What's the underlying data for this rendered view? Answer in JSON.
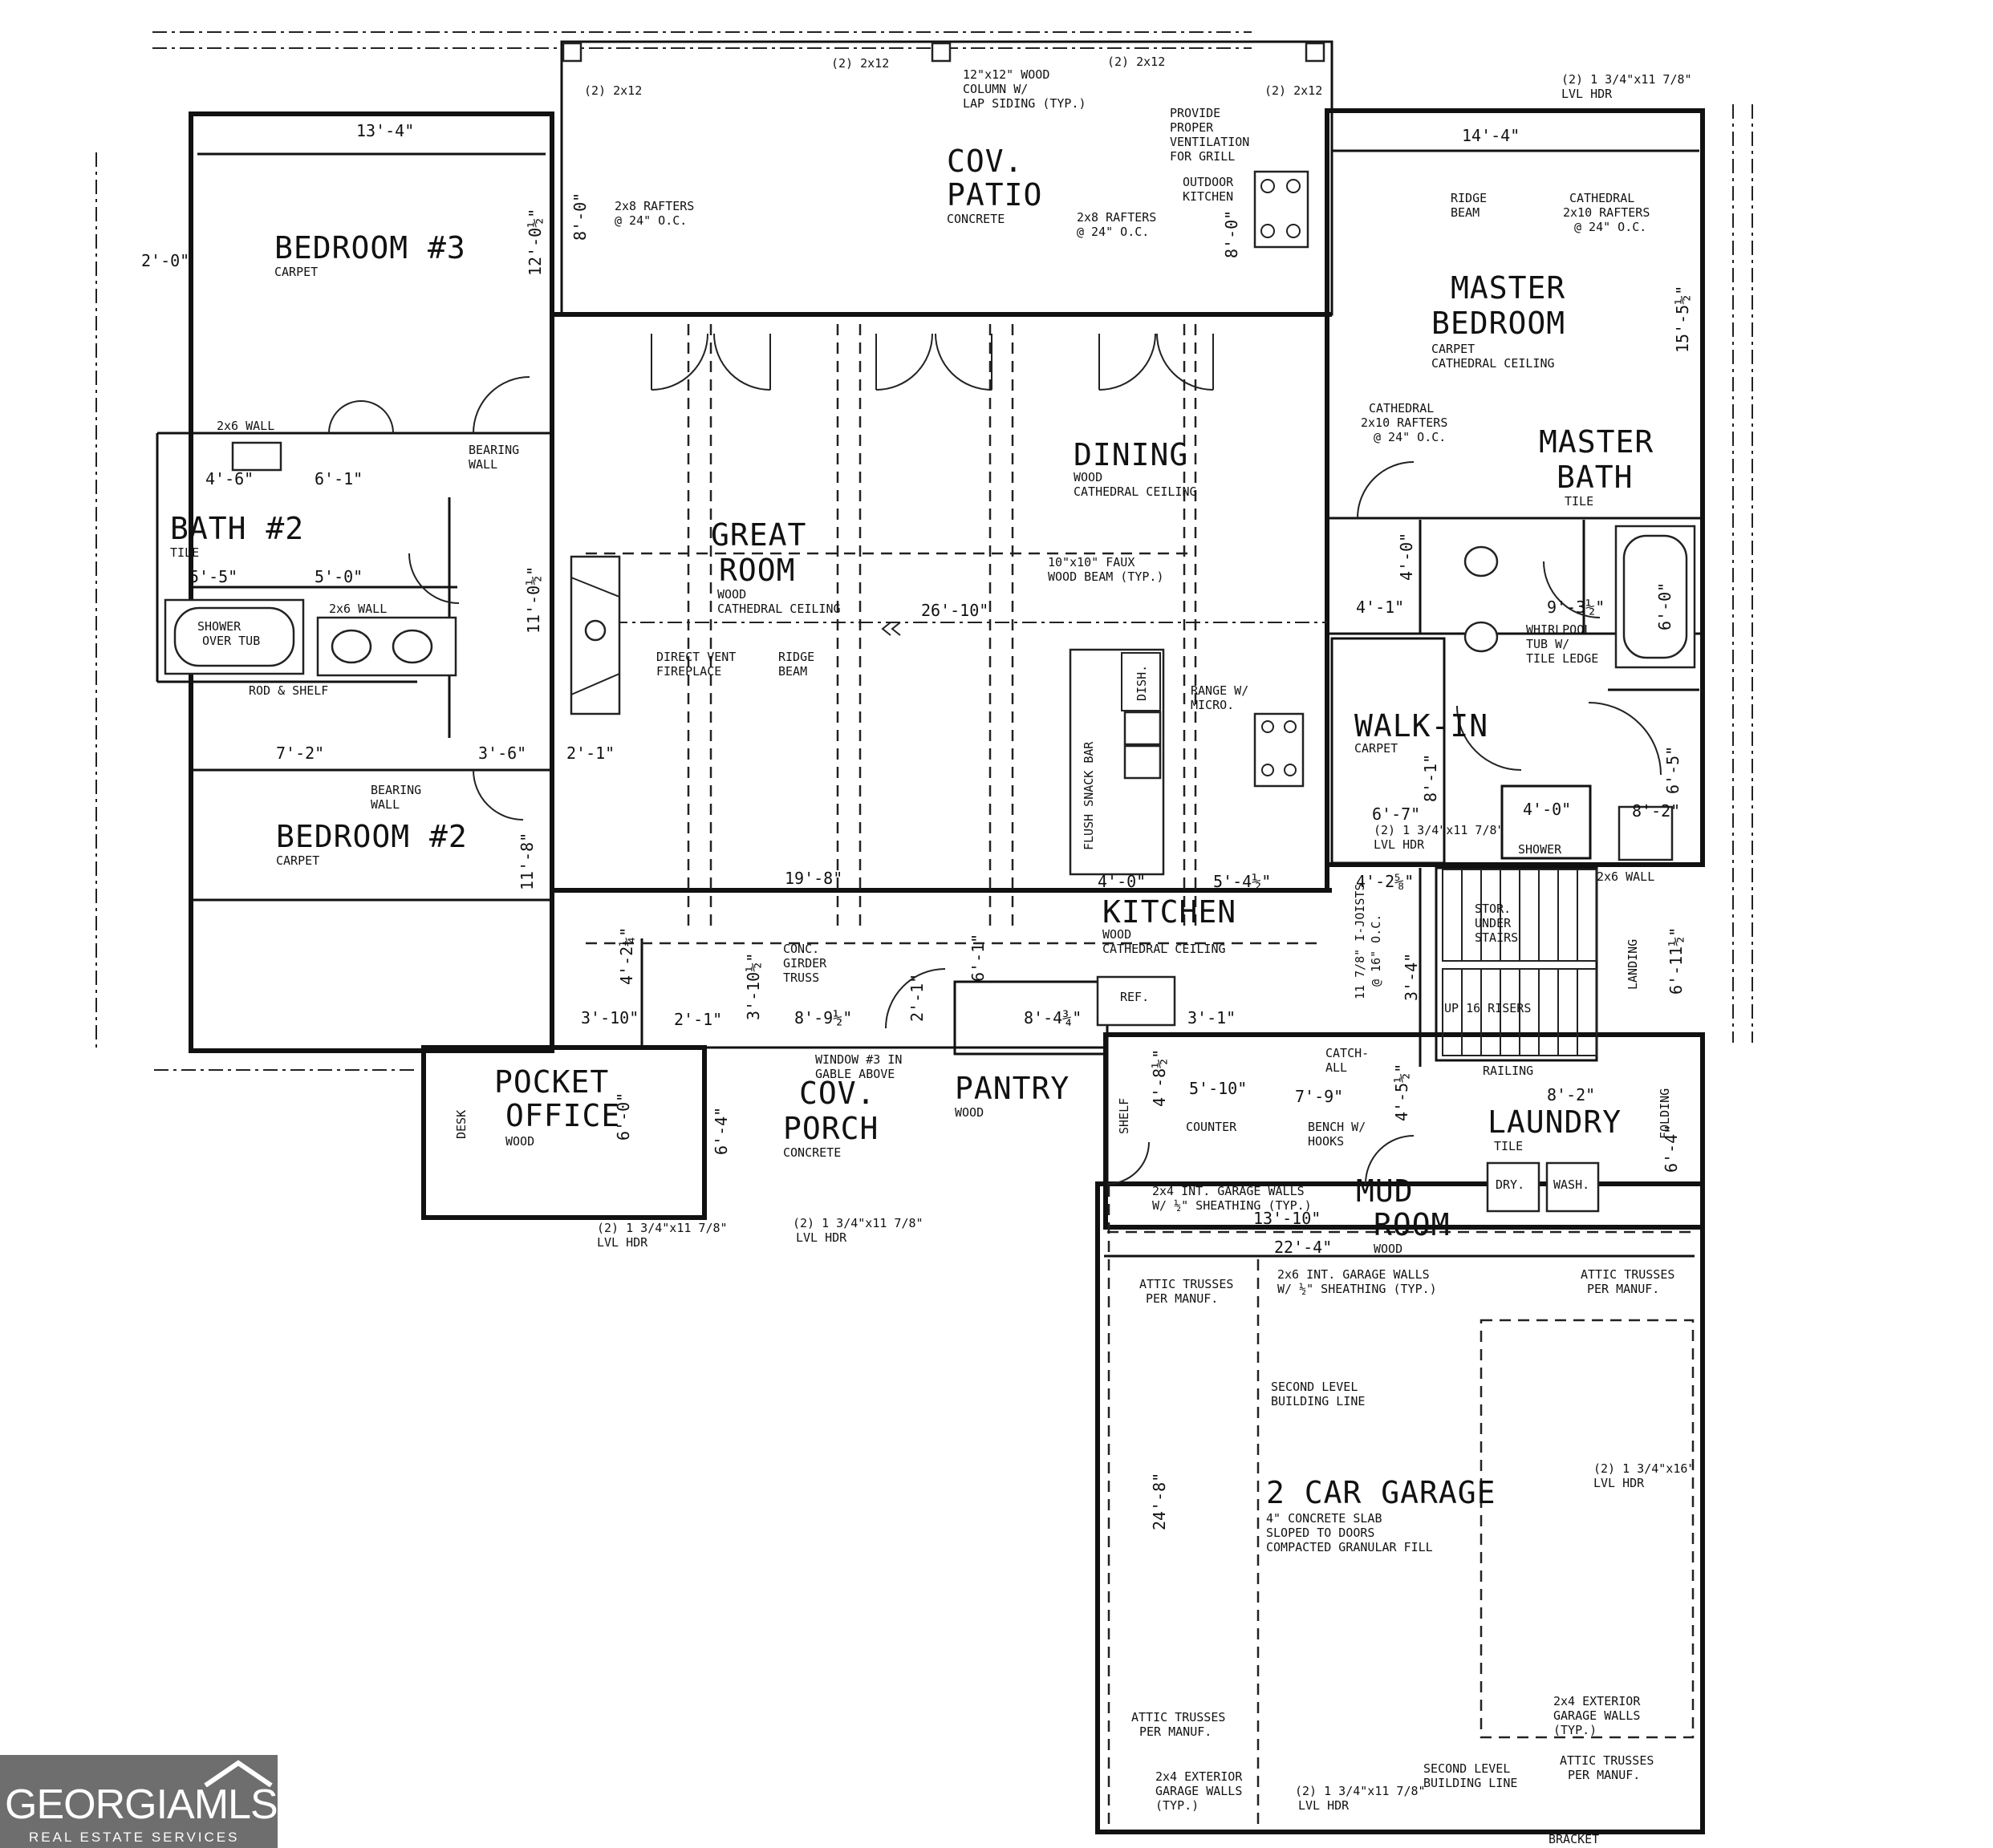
{
  "rooms": {
    "bedroom3": {
      "name": "BEDROOM #3",
      "floor": "CARPET",
      "dim_w": "13'-4\"",
      "dim_d": "12'-0½\""
    },
    "bath2": {
      "name": "BATH #2",
      "floor": "TILE",
      "dims": [
        "4'-6\"",
        "6'-1\"",
        "5'-5\"",
        "5'-0\""
      ]
    },
    "bedroom2": {
      "name": "BEDROOM #2",
      "floor": "CARPET",
      "dim_d": "11'-8\""
    },
    "cov_patio": {
      "name1": "COV.",
      "name2": "PATIO",
      "floor": "CONCRETE",
      "dim": "8'-0\""
    },
    "great_room": {
      "name1": "GREAT",
      "name2": "ROOM",
      "floor": "WOOD",
      "ceiling": "CATHEDRAL CEILING",
      "dim_w": "26'-10\"",
      "dim_d": "19'-8\""
    },
    "dining": {
      "name": "DINING",
      "floor": "WOOD",
      "ceiling": "CATHEDRAL CEILING"
    },
    "kitchen": {
      "name": "KITCHEN",
      "floor": "WOOD",
      "ceiling": "CATHEDRAL CEILING"
    },
    "master_bedroom": {
      "name1": "MASTER",
      "name2": "BEDROOM",
      "floor": "CARPET",
      "ceiling": "CATHEDRAL CEILING",
      "dim_w": "14'-4\"",
      "dim_d": "15'-5½\""
    },
    "master_bath": {
      "name1": "MASTER",
      "name2": "BATH",
      "floor": "TILE"
    },
    "walk_in": {
      "name": "WALK-IN",
      "floor": "CARPET"
    },
    "pocket_office": {
      "name1": "POCKET",
      "name2": "OFFICE",
      "floor": "WOOD",
      "desk": "DESK"
    },
    "cov_porch": {
      "name1": "COV.",
      "name2": "PORCH",
      "floor": "CONCRETE"
    },
    "pantry": {
      "name": "PANTRY",
      "floor": "WOOD"
    },
    "laundry": {
      "name": "LAUNDRY",
      "floor": "TILE"
    },
    "mud_room": {
      "name1": "MUD",
      "name2": "ROOM",
      "floor": "WOOD"
    },
    "garage": {
      "name": "2 CAR GARAGE",
      "notes": [
        "4\" CONCRETE SLAB",
        "SLOPED TO DOORS",
        "COMPACTED GRANULAR FILL"
      ],
      "dim_w": "22'-4\"",
      "dim_d": "24'-8\""
    }
  },
  "notes": {
    "rafters_2x8": "2x8 RAFTERS",
    "oc24": "@ 24\" O.C.",
    "column": [
      "12\"x12\" WOOD",
      "COLUMN W/",
      "LAP SIDING (TYP.)"
    ],
    "grill": [
      "PROVIDE",
      "PROPER",
      "VENTILATION",
      "FOR GRILL"
    ],
    "outdoor_kitchen": [
      "OUTDOOR",
      "KITCHEN"
    ],
    "ridge_beam": [
      "RIDGE",
      "BEAM"
    ],
    "cathedral_2x10": [
      "CATHEDRAL",
      "2x10 RAFTERS",
      "@ 24\" O.C."
    ],
    "fireplace": [
      "DIRECT VENT",
      "FIREPLACE"
    ],
    "faux_beam": [
      "10\"x10\" FAUX",
      "WOOD BEAM (TYP.)"
    ],
    "range": [
      "RANGE W/",
      "MICRO."
    ],
    "snack_bar": "FLUSH SNACK BAR",
    "dish": "DISH.",
    "whirlpool": [
      "WHIRLPOOL",
      "TUB W/",
      "TILE LEDGE"
    ],
    "shower_over_tub": [
      "SHOWER",
      "OVER TUB"
    ],
    "shower": "SHOWER",
    "stor": [
      "STOR.",
      "UNDER",
      "STAIRS"
    ],
    "landing": "LANDING",
    "railing": "RAILING",
    "up": "UP 16 RISERS",
    "rod_shelf": "ROD & SHELF",
    "bearing_wall": [
      "BEARING",
      "WALL"
    ],
    "wall_2x6": "2x6 WALL",
    "girder": [
      "CONC.",
      "GIRDER",
      "TRUSS"
    ],
    "window_gable": [
      "WINDOW #3 IN",
      "GABLE ABOVE"
    ],
    "catch_all": [
      "CATCH-",
      "ALL"
    ],
    "bench": [
      "BENCH W/",
      "HOOKS"
    ],
    "counter": "COUNTER",
    "shelf": "SHELF",
    "ref": "REF.",
    "folding": "FOLDING",
    "dry": "DRY.",
    "wash": "WASH.",
    "int_garage": [
      "2x4 INT. GARAGE WALLS",
      "W/ ½\" SHEATHING (TYP.)"
    ],
    "int_garage2": [
      "2x6 INT. GARAGE WALLS",
      "W/ ½\" SHEATHING (TYP.)"
    ],
    "ext_garage": [
      "2x4 EXTERIOR",
      "GARAGE WALLS",
      "(TYP.)"
    ],
    "attic": [
      "ATTIC TRUSSES",
      "PER MANUF."
    ],
    "second_level": [
      "SECOND LEVEL",
      "BUILDING LINE"
    ],
    "lvl_hdr": [
      "(2) 1 3/4\"x11 7/8\"",
      "LVL HDR"
    ],
    "lvl_hdr16": [
      "(2) 1 3/4\"x16\"",
      "LVL HDR"
    ],
    "header_2x12": "(2) 2x12",
    "bracket": "BRACKET",
    "joists": [
      "11 7/8\" I-JOISTS",
      "@ 16\" O.C."
    ]
  },
  "dims_misc": [
    "2'-0\"",
    "8'-0\"",
    "4'-0\"",
    "5'-4½\"",
    "4'-1\"",
    "4'-0\"",
    "9'-3½\"",
    "6'-0\"",
    "6'-7\"",
    "8'-1\"",
    "4'-0\"",
    "8'-2\"",
    "6'-5\"",
    "4'-2⅝\"",
    "6'-11½\"",
    "3'-10\"",
    "2'-1\"",
    "8'-9½\"",
    "2'-1\"",
    "8'-4¾\"",
    "3'-1\"",
    "4'-8½\"",
    "5'-10\"",
    "7'-9\"",
    "4'-5½\"",
    "8'-2\"",
    "6'-4\"",
    "13'-10\"",
    "4'-2¼\"",
    "6'-0\"",
    "6'-4\"",
    "3'-6\"",
    "2'-1\"",
    "7'-2\"",
    "11'-0½\"",
    "3'-10½\"",
    "6'-1\"",
    "3'-4\""
  ],
  "logo": {
    "brand_a": "GEORGIA",
    "brand_b": "MLS",
    "sub": "REAL ESTATE SERVICES"
  },
  "colors": {
    "line": "#111111",
    "paper": "#ffffff",
    "logo_bg": "#6e6e6e"
  }
}
